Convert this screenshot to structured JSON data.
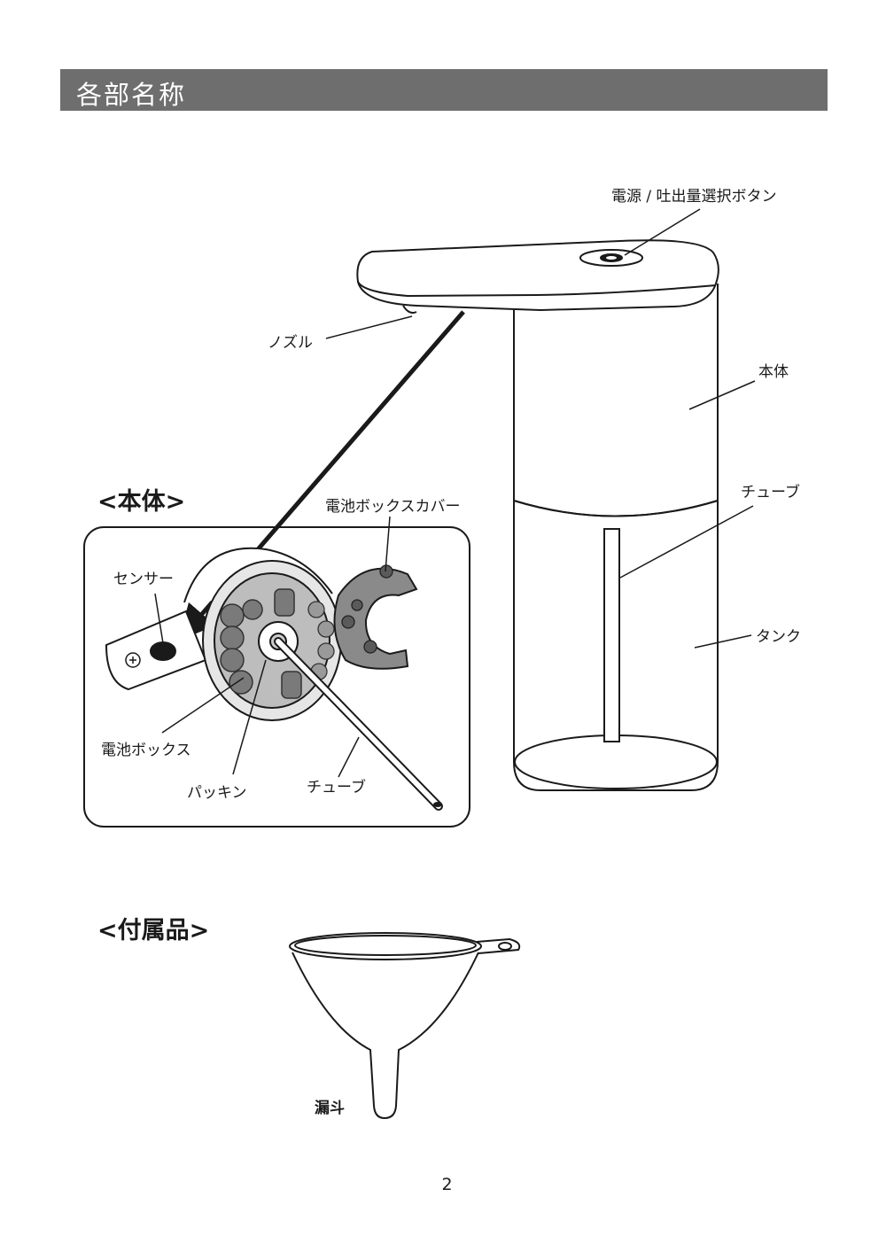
{
  "header": {
    "title": "各部名称"
  },
  "labels": {
    "power_button": "電源 / 吐出量選択ボタン",
    "nozzle": "ノズル",
    "body": "本体",
    "tube": "チューブ",
    "tank": "タンク"
  },
  "inset": {
    "section_title": "<本体>",
    "battery_cover": "電池ボックスカバー",
    "sensor": "センサー",
    "battery_box": "電池ボックス",
    "packing": "パッキン",
    "tube": "チューブ"
  },
  "accessories": {
    "section_title": "<付属品>",
    "funnel": "漏斗"
  },
  "page_number": "2"
}
